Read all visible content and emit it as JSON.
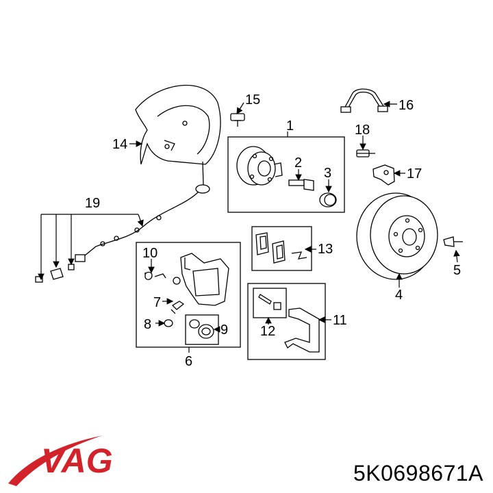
{
  "callouts": {
    "c1": "1",
    "c2": "2",
    "c3": "3",
    "c4": "4",
    "c5": "5",
    "c6": "6",
    "c7": "7",
    "c8": "8",
    "c9": "9",
    "c10": "10",
    "c11": "11",
    "c12": "12",
    "c13": "13",
    "c14": "14",
    "c15": "15",
    "c16": "16",
    "c17": "17",
    "c18": "18",
    "c19": "19"
  },
  "brand": {
    "logo_text": "VAG",
    "logo_color": "#d3232a"
  },
  "part_number": "5K0698671A"
}
